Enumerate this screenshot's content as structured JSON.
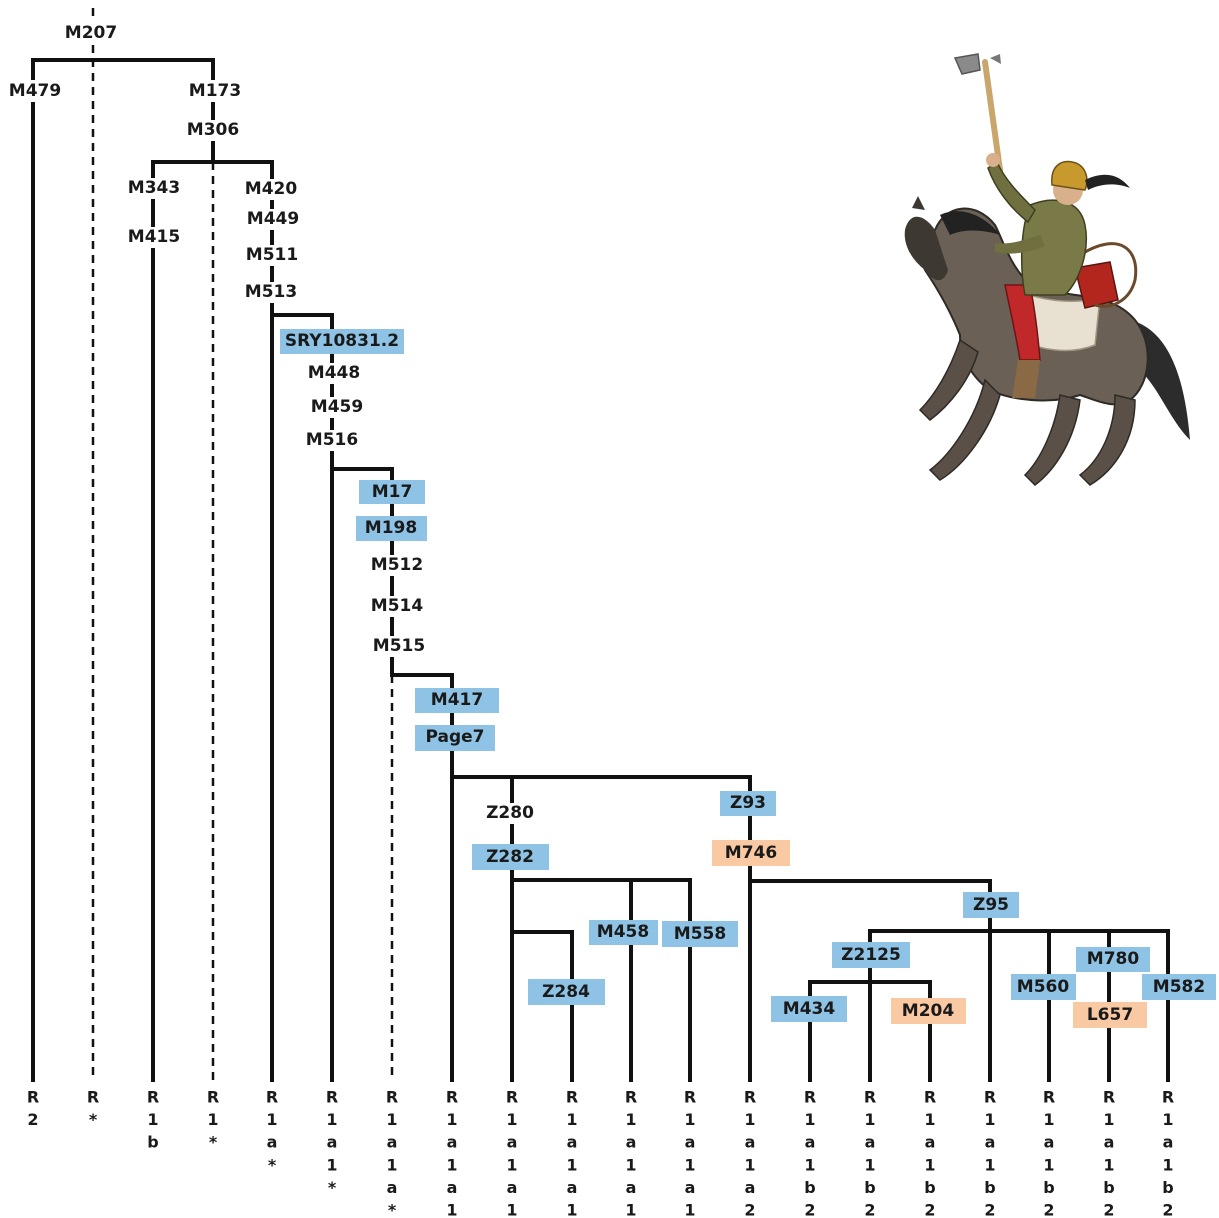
{
  "colors": {
    "line": "#111111",
    "highlight_blue": "#8ec3e6",
    "highlight_orange": "#f9c9a3",
    "text": "#1a1a1a"
  },
  "illustration": {
    "icon": "horseman-with-axe-illustration"
  },
  "markers": {
    "M207": "M207",
    "M479": "M479",
    "M173": "M173",
    "M306": "M306",
    "M343": "M343",
    "M415": "M415",
    "M420": "M420",
    "M449": "M449",
    "M511": "M511",
    "M513": "M513",
    "SRY10831_2": "SRY10831.2",
    "M448": "M448",
    "M459": "M459",
    "M516": "M516",
    "M17": "M17",
    "M198": "M198",
    "M512": "M512",
    "M514": "M514",
    "M515": "M515",
    "M417": "M417",
    "Page7": "Page7",
    "Z280": "Z280",
    "Z282": "Z282",
    "Z93": "Z93",
    "M746": "M746",
    "Z284": "Z284",
    "M458": "M458",
    "M558": "M558",
    "Z95": "Z95",
    "Z2125": "Z2125",
    "M434": "M434",
    "M204": "M204",
    "M560": "M560",
    "M780": "M780",
    "L657": "L657",
    "M582": "M582"
  },
  "tips": [
    [
      "R",
      "2"
    ],
    [
      "R",
      "*"
    ],
    [
      "R",
      "1",
      "b"
    ],
    [
      "R",
      "1",
      "*"
    ],
    [
      "R",
      "1",
      "a",
      "*"
    ],
    [
      "R",
      "1",
      "a",
      "1",
      "*"
    ],
    [
      "R",
      "1",
      "a",
      "1",
      "a",
      "*"
    ],
    [
      "R",
      "1",
      "a",
      "1",
      "a",
      "1"
    ],
    [
      "R",
      "1",
      "a",
      "1",
      "a",
      "1"
    ],
    [
      "R",
      "1",
      "a",
      "1",
      "a",
      "1"
    ],
    [
      "R",
      "1",
      "a",
      "1",
      "a",
      "1"
    ],
    [
      "R",
      "1",
      "a",
      "1",
      "a",
      "1"
    ],
    [
      "R",
      "1",
      "a",
      "1",
      "a",
      "2"
    ],
    [
      "R",
      "1",
      "a",
      "1",
      "b",
      "2"
    ],
    [
      "R",
      "1",
      "a",
      "1",
      "b",
      "2"
    ],
    [
      "R",
      "1",
      "a",
      "1",
      "b",
      "2"
    ],
    [
      "R",
      "1",
      "a",
      "1",
      "b",
      "2"
    ],
    [
      "R",
      "1",
      "a",
      "1",
      "b",
      "2"
    ],
    [
      "R",
      "1",
      "a",
      "1",
      "b",
      "2"
    ],
    [
      "R",
      "1",
      "a",
      "1",
      "b",
      "2"
    ]
  ]
}
